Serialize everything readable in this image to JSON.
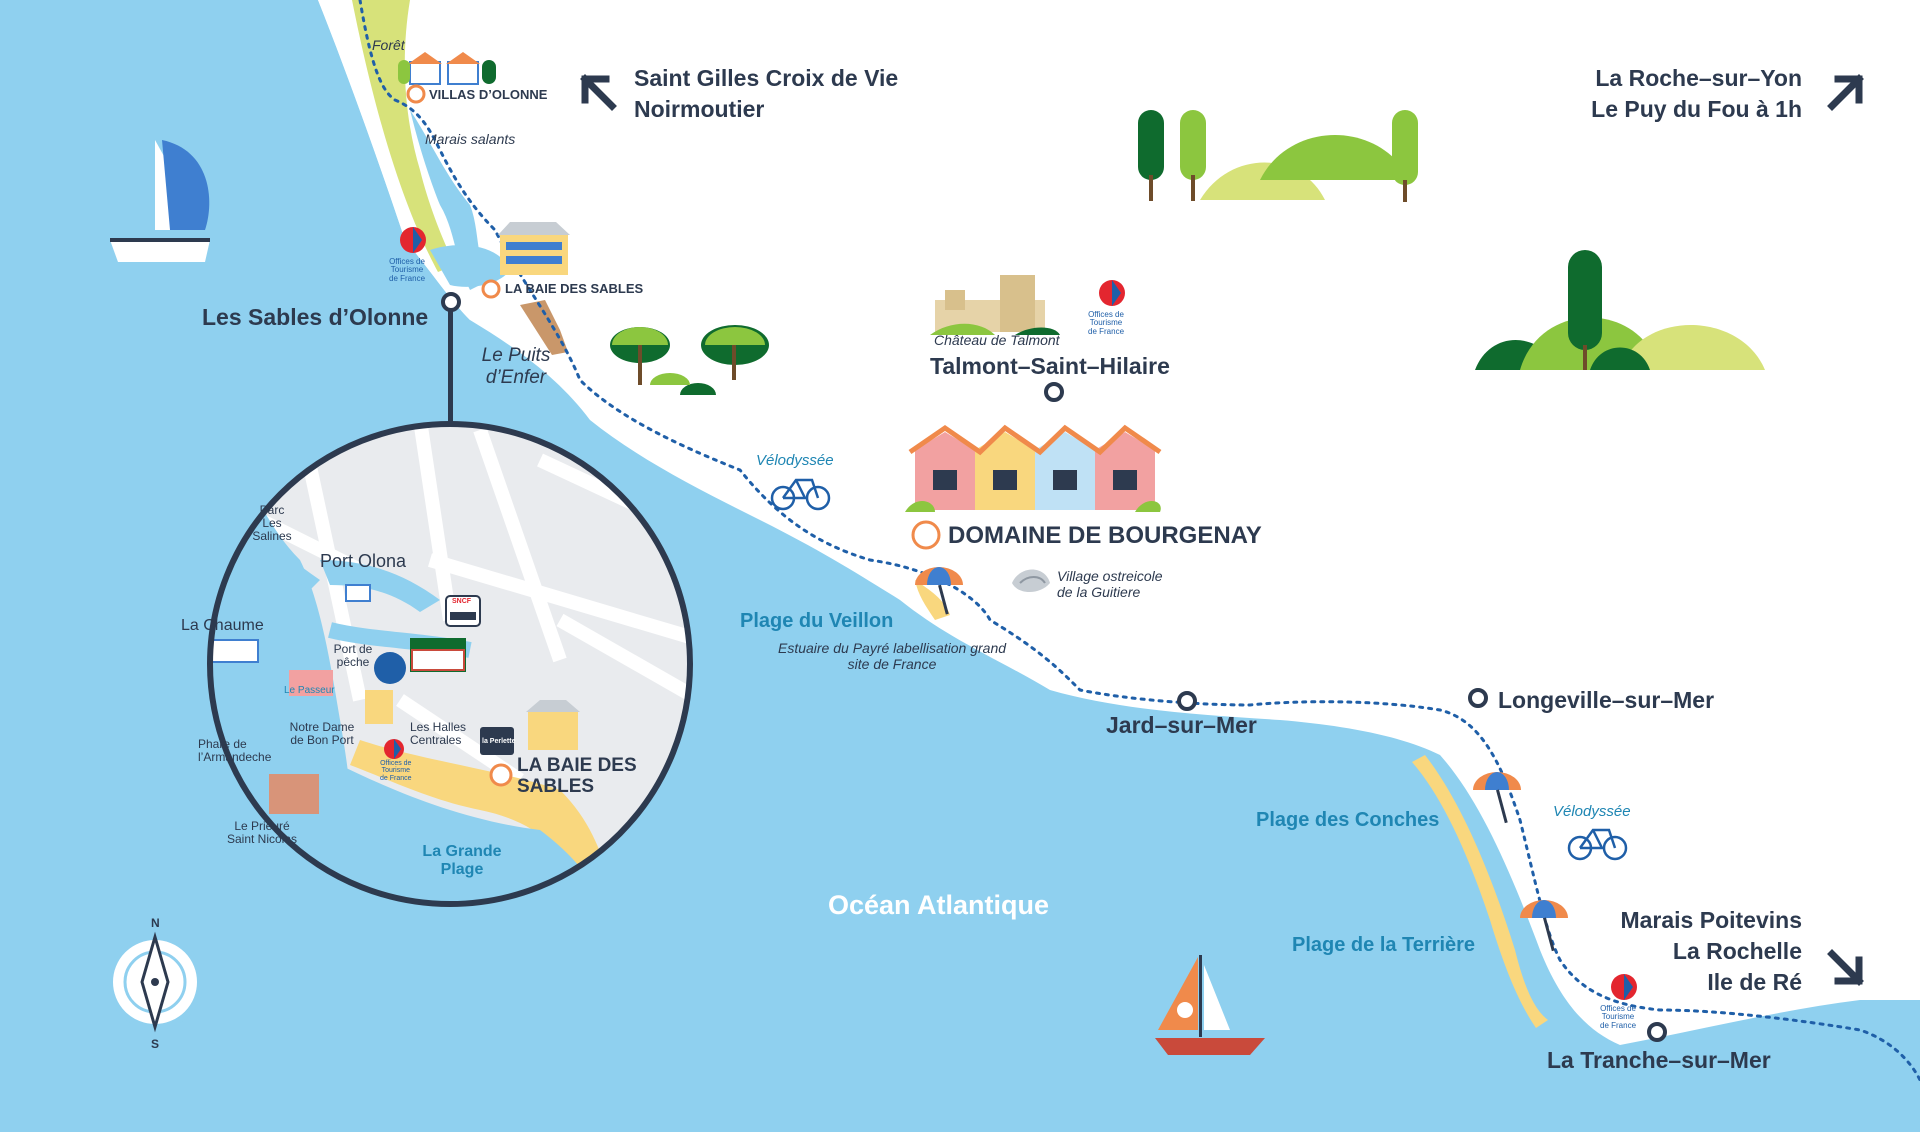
{
  "map": {
    "ocean": "Océan Atlantique",
    "cities": {
      "les_sables": "Les Sables d’Olonne",
      "talmont": "Talmont–Saint–Hilaire",
      "jard": "Jard–sur–Mer",
      "longeville": "Longeville–sur–Mer",
      "la_tranche": "La Tranche–sur–Mer"
    },
    "destinations": {
      "north_west": [
        "Saint Gilles Croix de Vie",
        "Noirmoutier"
      ],
      "north_east": [
        "La Roche–sur–Yon",
        "Le Puy du Fou à 1h"
      ],
      "south_east": [
        "Marais Poitevins",
        "La Rochelle",
        "Ile de Ré"
      ]
    },
    "beaches": {
      "veillon": "Plage du Veillon",
      "conches": "Plage des Conches",
      "terriere": "Plage de la Terrière"
    },
    "places": {
      "foret": "Forêt",
      "marais_salants": "Marais salants",
      "puits_enfer": "Le Puits d’Enfer",
      "velodyssee_1": "Vélodyssée",
      "velodyssee_2": "Vélodyssée",
      "chateau": "Château de Talmont",
      "village_ostreicole": "Village ostreicole de la Guitiere",
      "estuaire": "Estuaire du Payré labellisation grand site de France"
    },
    "resorts": {
      "villas_olonne": "VILLAS D’OLONNE",
      "baie_sables": "LA BAIE DES SABLES",
      "domaine_bourgenay": "DOMAINE DE BOURGENAY"
    },
    "tourism_office": [
      "Offices de",
      "Tourisme",
      "de France"
    ]
  },
  "zoom": {
    "parc_salines": "Parc Les Salines",
    "port_olona": "Port Olona",
    "la_chaume": "La Chaume",
    "port_peche": "Port de pêche",
    "le_passeur": "Le Passeur",
    "notre_dame": "Notre Dame de Bon Port",
    "halles": "Les Halles Centrales",
    "phare": "Phare de l’Armandeche",
    "prieure": "Le Prieuré Saint Nicolas",
    "grande_plage": "La Grande Plage",
    "baie_sables": "LA BAIE DES SABLES",
    "sncf": "SNCF",
    "la_perlette": "la Perlette"
  },
  "compass": {
    "north": "N",
    "south": "S"
  },
  "colors": {
    "sea": "#8fd0ef",
    "sea_deep": "#5db9e4",
    "navy": "#2d3a4f",
    "beach_blue": "#1f86b3",
    "sand": "#f9d77e",
    "forest": "#d7e27a",
    "tree_dark": "#0f6b2e",
    "tree_light": "#8cc63f",
    "orange": "#f08a4b"
  }
}
